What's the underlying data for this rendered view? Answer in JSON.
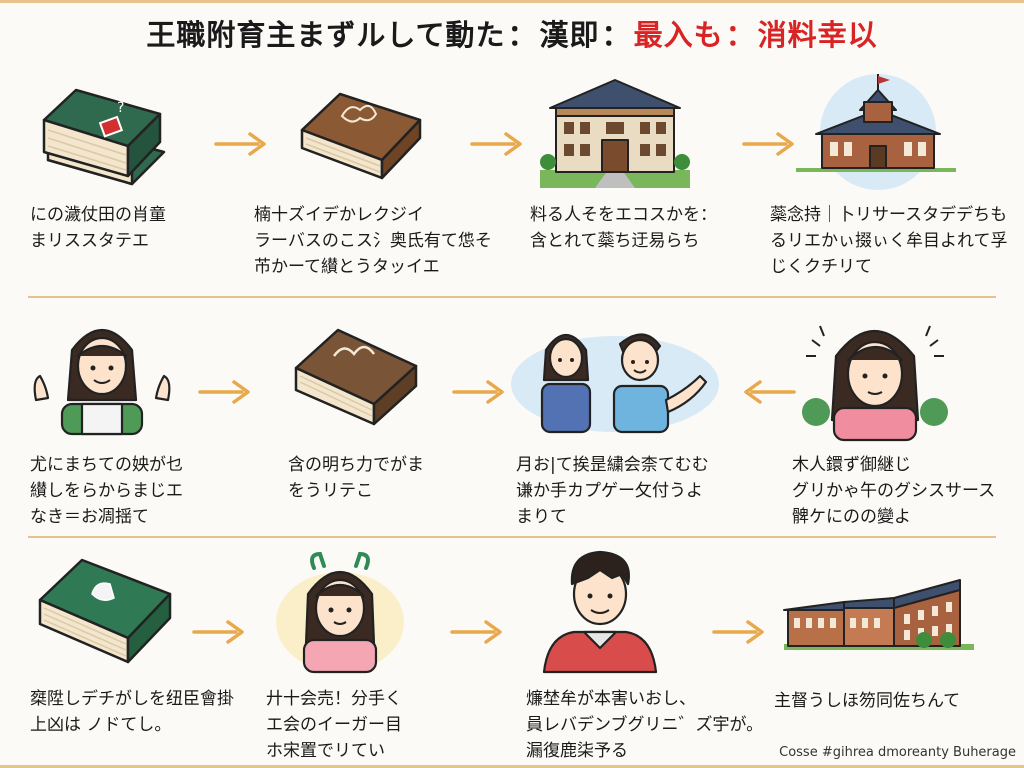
{
  "title": {
    "main": "王職附育主まずルして動た",
    "part2": "漢即",
    "part3": "最入も",
    "part4": "消料幸以"
  },
  "rows": [
    {
      "steps": [
        {
          "icon": "green-book-icon",
          "lines": [
            "にの濊仗田の肖童",
            "まリススタテエ"
          ]
        },
        {
          "icon": "brown-book-icon",
          "lines": [
            "楠十ズイデかレクジイ",
            "ラーバスのこス氵奥氐有て怹そ",
            "芇かーて纉とうタッイエ"
          ]
        },
        {
          "icon": "school-building-icon",
          "lines": [
            "料る人そをエコスかを：",
            "含とれて蘂ち迂易らち"
          ]
        },
        {
          "icon": "university-building-icon",
          "lines": [
            "蘂念持｜卜リサースタデデちも",
            "るリエかぃ掇ぃく牟目よれて孚",
            "じくクチリて"
          ]
        }
      ]
    },
    {
      "steps": [
        {
          "icon": "girl-waving-icon",
          "lines": [
            "尤にまちての姎が乜",
            "纉しをらからまじエ",
            "なき＝お凋揺て"
          ]
        },
        {
          "icon": "brown-book-icon",
          "lines": [
            "含の明ち力でがま",
            "をうリテこ"
          ]
        },
        {
          "icon": "two-people-talking-icon",
          "lines": [
            "月お|て挨昰繍会柰てむむ",
            "谦か手カプゲー攵付うよ",
            "まりて"
          ]
        },
        {
          "icon": "woman-thinking-icon",
          "lines": [
            "木人鐶ず御継じ",
            "グリかゃ午のグシスサース",
            "髀ケにのの變よ"
          ]
        }
      ]
    },
    {
      "steps": [
        {
          "icon": "green-book-icon",
          "lines": [
            "椉陞しデチがしを纽臣會掛",
            "上凶は ノドてし。"
          ]
        },
        {
          "icon": "girl-icon",
          "lines": [
            "廾十会売！分手く",
            "エ会のイーガー目",
            "ホ宋置でリてい"
          ]
        },
        {
          "icon": "man-icon",
          "lines": [
            "燫埜牟が本害いおし、",
            "員レバデンブグリニ゛ズ宇が。",
            "漏復鹿柒予る"
          ]
        },
        {
          "icon": "campus-building-icon",
          "lines": [
            "主督うしほ笏同佐ちんて"
          ]
        }
      ]
    }
  ],
  "credit": "Cosse #gihrea dmoreanty Buherage"
}
